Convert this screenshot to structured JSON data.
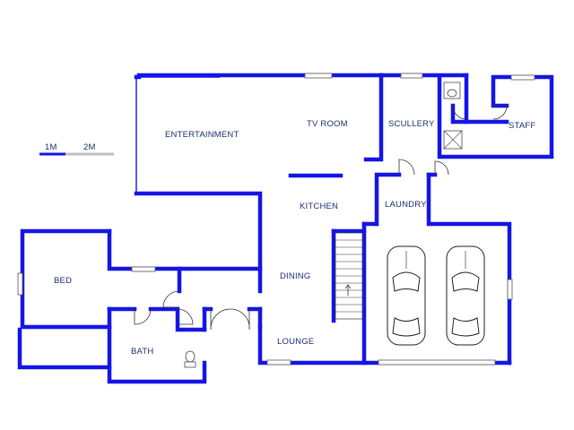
{
  "rooms": {
    "entertainment": "ENTERTAINMENT",
    "tv_room": "TV ROOM",
    "scullery": "SCULLERY",
    "staff": "STAFF",
    "kitchen": "KITCHEN",
    "laundry": "LAUNDRY",
    "bed": "BED",
    "dining": "DINING",
    "bath": "BATH",
    "lounge": "LOUNGE"
  },
  "scale": {
    "label_1": "1M",
    "label_2": "2M"
  },
  "colors": {
    "wall": "#1515e6",
    "text": "#1e2f6e",
    "scale_dark": "#1515e6",
    "scale_light": "#c0c0c0"
  }
}
